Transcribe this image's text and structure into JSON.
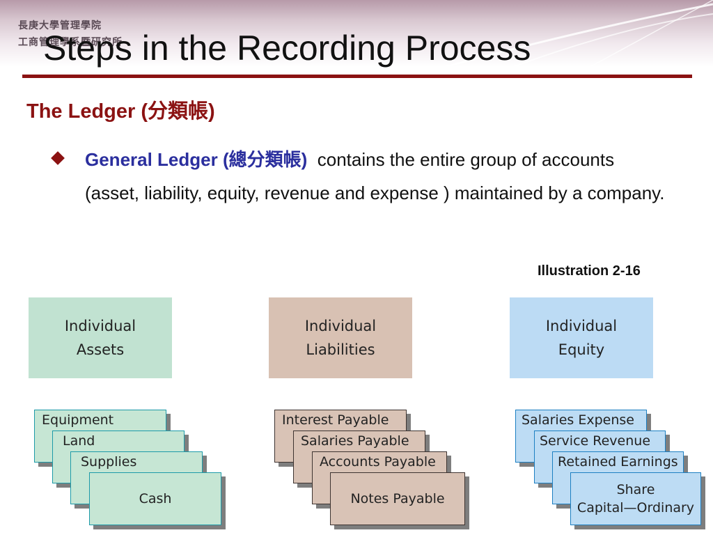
{
  "header": {
    "institution_line1": "長庚大學管理學院",
    "institution_line2": "工商管理學系暨研究所",
    "title": "Steps in the Recording Process"
  },
  "subtitle": "The Ledger (分類帳)",
  "bullet": {
    "term": "General Ledger (總分類帳)",
    "text": "contains the entire group of accounts (asset, liability, equity, revenue and expense ) maintained by a company."
  },
  "illustration_label": "Illustration 2-16",
  "colors": {
    "title_rule": "#8b1212",
    "subtitle": "#8b1212",
    "term": "#2b2f9e",
    "assets_fill": "#c1e2d1",
    "liabilities_fill": "#d8c1b3",
    "equity_fill": "#bcdbf4"
  },
  "categories": [
    {
      "line1": "Individual",
      "line2": "Assets",
      "accounts": [
        "Equipment",
        "Land",
        "Supplies",
        "Cash"
      ]
    },
    {
      "line1": "Individual",
      "line2": "Liabilities",
      "accounts": [
        "Interest Payable",
        "Salaries Payable",
        "Accounts Payable",
        "Notes Payable"
      ]
    },
    {
      "line1": "Individual",
      "line2": "Equity",
      "accounts": [
        "Salaries Expense",
        "Service Revenue",
        "Retained Earnings"
      ],
      "front_card": {
        "line1": "Share",
        "line2": "Capital—Ordinary"
      }
    }
  ]
}
